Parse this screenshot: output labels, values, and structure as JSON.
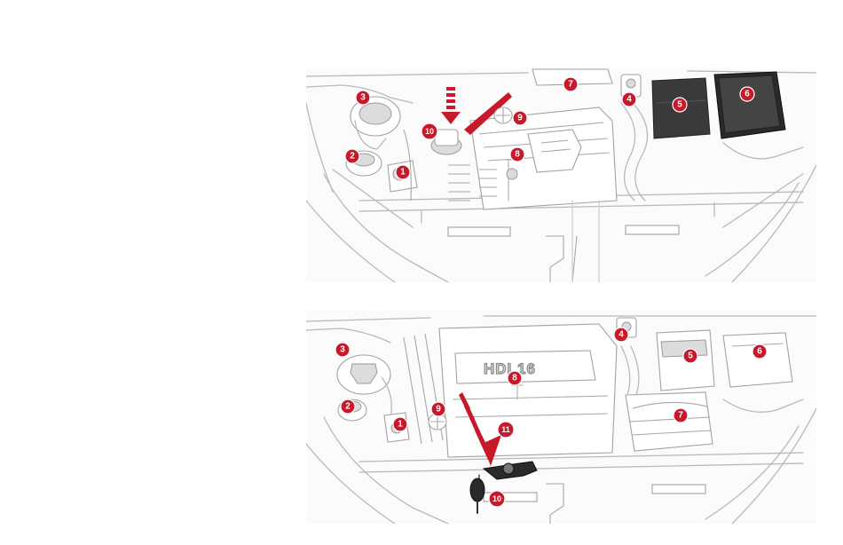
{
  "diagrams": [
    {
      "engine_label": "",
      "callouts": [
        "1",
        "2",
        "3",
        "4",
        "5",
        "6",
        "7",
        "8",
        "9",
        "10"
      ]
    },
    {
      "engine_label": "HDI 16",
      "callouts": [
        "1",
        "2",
        "3",
        "4",
        "5",
        "6",
        "7",
        "8",
        "9",
        "10",
        "11"
      ]
    }
  ],
  "colors": {
    "callout_fill": "#c8192a",
    "callout_text": "#ffffff",
    "line_art": "#b9b9b9",
    "background": "#ffffff"
  }
}
